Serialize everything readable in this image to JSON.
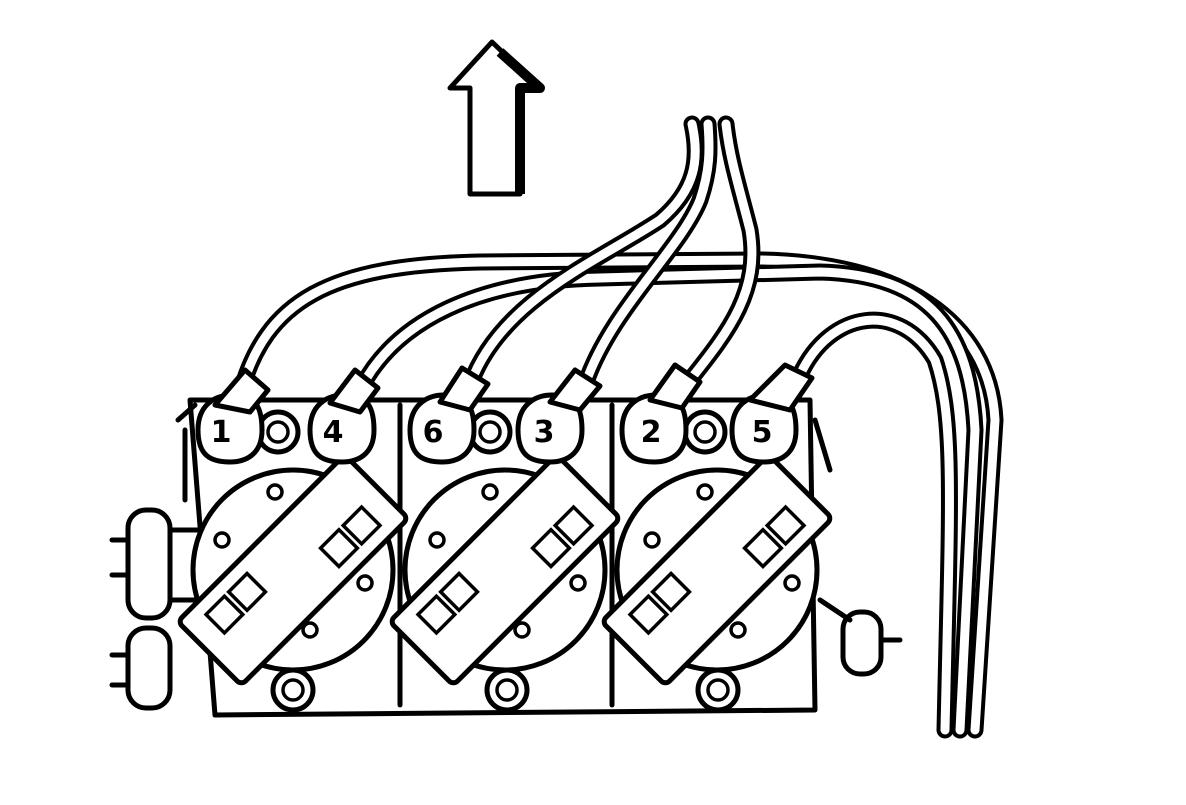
{
  "cylinder_labels": [
    "1",
    "4",
    "6",
    "3",
    "2",
    "5"
  ],
  "arrow_direction": "up",
  "colors": {
    "line": "#000000",
    "background": "#ffffff"
  }
}
